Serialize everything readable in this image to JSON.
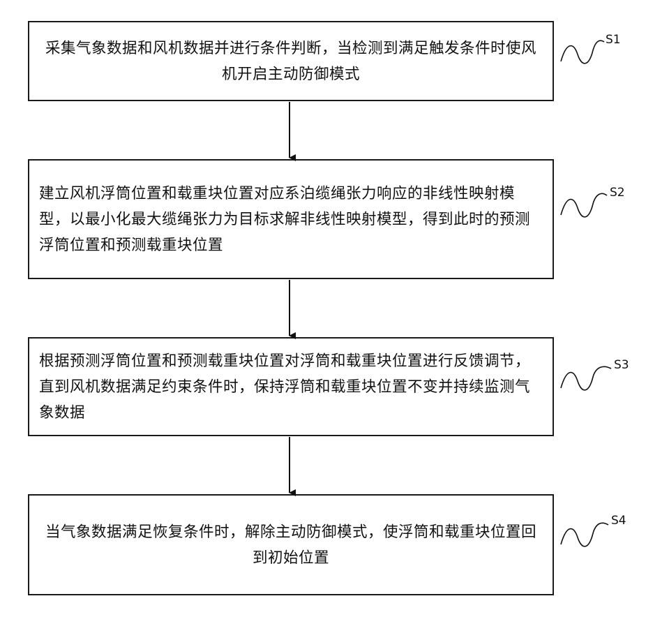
{
  "steps": [
    {
      "id": "S1",
      "text": "采集气象数据和风机数据并进行条件判断，当检测到满足触发条件时使风机开启主动防御模式"
    },
    {
      "id": "S2",
      "text": "建立风机浮筒位置和载重块位置对应系泊缆绳张力响应的非线性映射模型，以最小化最大缆绳张力为目标求解非线性映射模型，得到此时的预测浮筒位置和预测载重块位置"
    },
    {
      "id": "S3",
      "text": "根据预测浮筒位置和预测载重块位置对浮筒和载重块位置进行反馈调节，直到风机数据满足约束条件时，保持浮筒和载重块位置不变并持续监测气象数据"
    },
    {
      "id": "S4",
      "text": "当气象数据满足恢复条件时，解除主动防御模式，使浮筒和载重块位置回到初始位置"
    }
  ]
}
